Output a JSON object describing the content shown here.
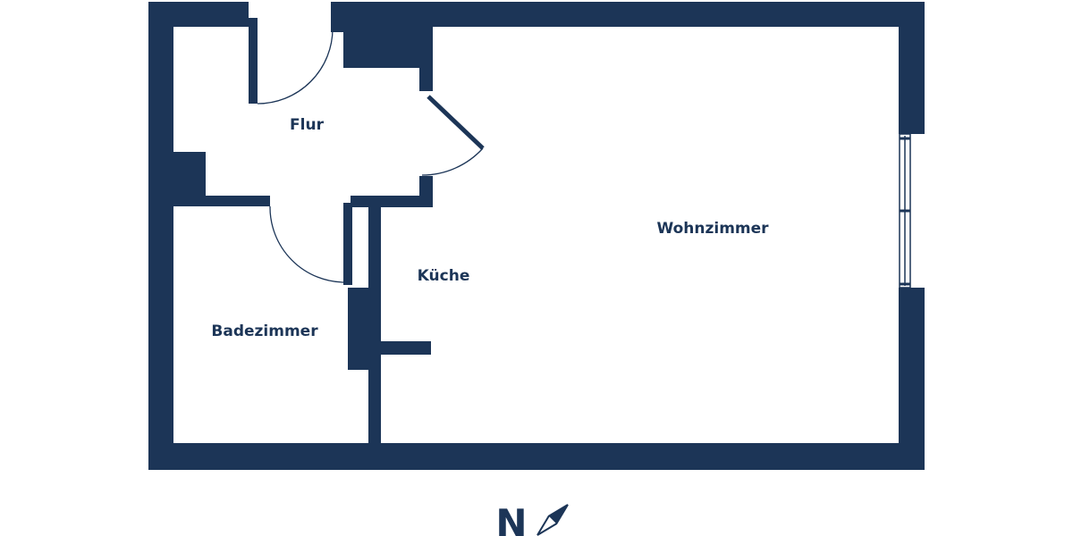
{
  "colors": {
    "wall": "#1c3557",
    "background": "#ffffff",
    "door_swing": "#1c3557"
  },
  "rooms": {
    "flur": "Flur",
    "wohnzimmer": "Wohnzimmer",
    "kueche": "Küche",
    "badezimmer": "Badezimmer"
  },
  "compass": {
    "letter": "N",
    "icon": "compass-needle-icon"
  }
}
